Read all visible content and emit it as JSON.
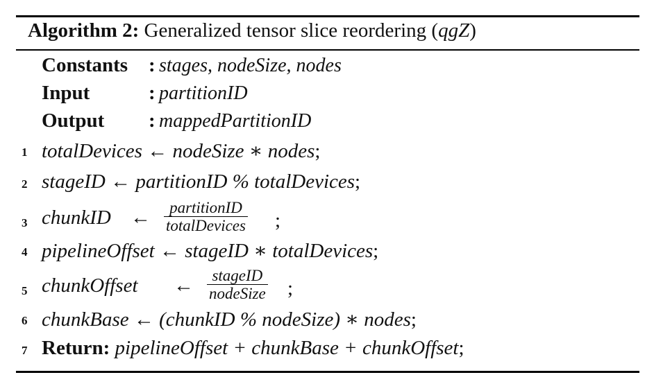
{
  "algorithm": {
    "label": "Algorithm 2:",
    "title_text": "Generalized tensor slice reordering (",
    "title_var": "qgZ",
    "title_end": ")"
  },
  "declarations": [
    {
      "label": "Constants",
      "colon": ":",
      "value": "stages, nodeSize, nodes"
    },
    {
      "label": "Input",
      "colon": ":",
      "value": "partitionID"
    },
    {
      "label": "Output",
      "colon": ":",
      "value": "mappedPartitionID"
    }
  ],
  "lines": {
    "l1": {
      "num": "1",
      "lhs": "totalDevices",
      "arrow": "←",
      "rhs": "nodeSize ∗ nodes",
      "end": ";"
    },
    "l2": {
      "num": "2",
      "lhs": "stageID",
      "arrow": "←",
      "rhs": "partitionID % totalDevices",
      "end": ";"
    },
    "l3": {
      "num": "3",
      "lhs": "chunkID",
      "arrow": "←",
      "numer": "partitionID",
      "denom": "totalDevices",
      "end": ";"
    },
    "l4": {
      "num": "4",
      "lhs": "pipelineOffset",
      "arrow": "←",
      "rhs": "stageID ∗ totalDevices",
      "end": ";"
    },
    "l5": {
      "num": "5",
      "lhs": "chunkOffset",
      "arrow": "←",
      "numer": "stageID",
      "denom": "nodeSize",
      "end": ";"
    },
    "l6": {
      "num": "6",
      "lhs": "chunkBase",
      "arrow": "←",
      "rhs": "(chunkID % nodeSize) ∗ nodes",
      "end": ";"
    },
    "l7": {
      "num": "7",
      "kw": "Return:",
      "rhs": "pipelineOffset + chunkBase + chunkOffset",
      "end": ";"
    }
  }
}
